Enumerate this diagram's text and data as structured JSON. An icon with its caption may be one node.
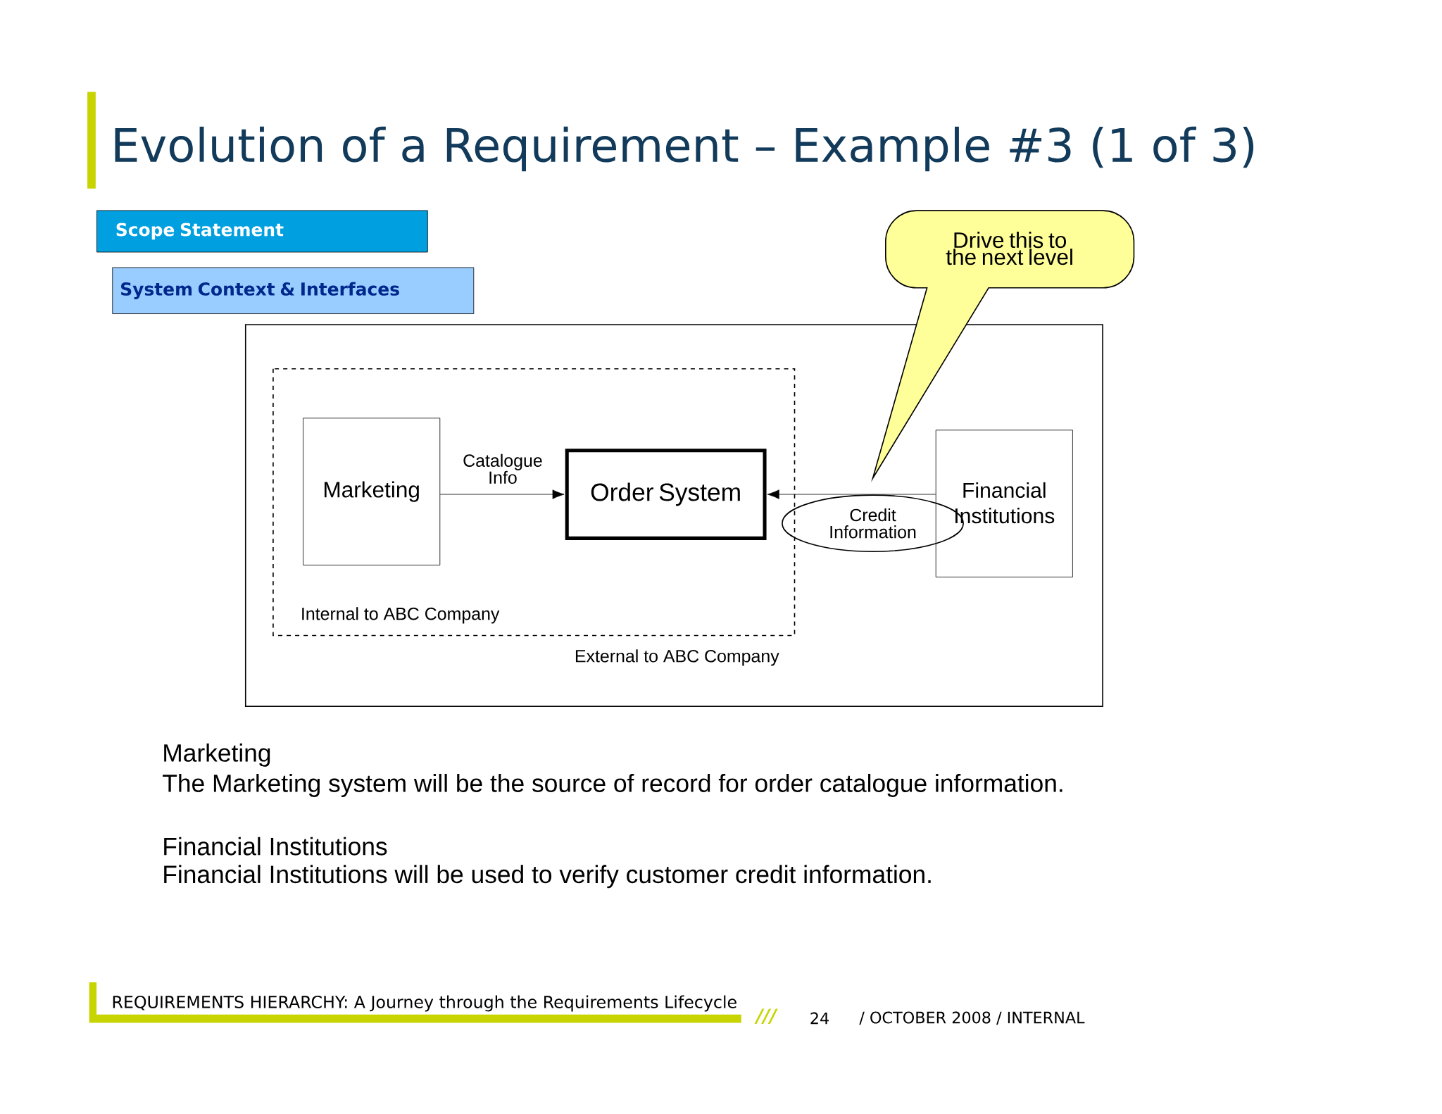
{
  "diagram": {
    "title": "Evolution of a Requirement – Example #3 (1 of 3)",
    "nodes": [
      {
        "text": [
          "Scope Statement"
        ]
      },
      {
        "text": [
          "System Context & Interfaces"
        ]
      },
      {
        "text": [
          "External to ABC Company"
        ]
      },
      {
        "text": [
          "Internal to ABC Company"
        ],
        "in": 2
      },
      {
        "text": [
          "Marketing"
        ],
        "in": 3
      },
      {
        "text": [
          "Order System"
        ],
        "in": 3
      },
      {
        "text": [
          "Financial Institutions"
        ],
        "in": 2
      },
      {
        "text": [
          "Credit Information"
        ],
        "in": 2
      },
      {
        "text": [
          "Drive this to the next level"
        ]
      }
    ],
    "edges": [
      {
        "from": 4,
        "to": 5,
        "arrow": "to",
        "label": "Catalogue Info"
      },
      {
        "from": 6,
        "to": 5,
        "arrow": "to"
      }
    ],
    "labels": [
      "Marketing",
      "The Marketing system will be the source of record for order catalogue information.",
      "Financial Institutions",
      "Financial Institutions will be used to verify customer credit information.",
      "REQUIREMENTS HIERARCHY: A Journey through the Requirements Lifecycle",
      "///",
      "24",
      "/ OCTOBER 2008 / INTERNAL"
    ]
  }
}
